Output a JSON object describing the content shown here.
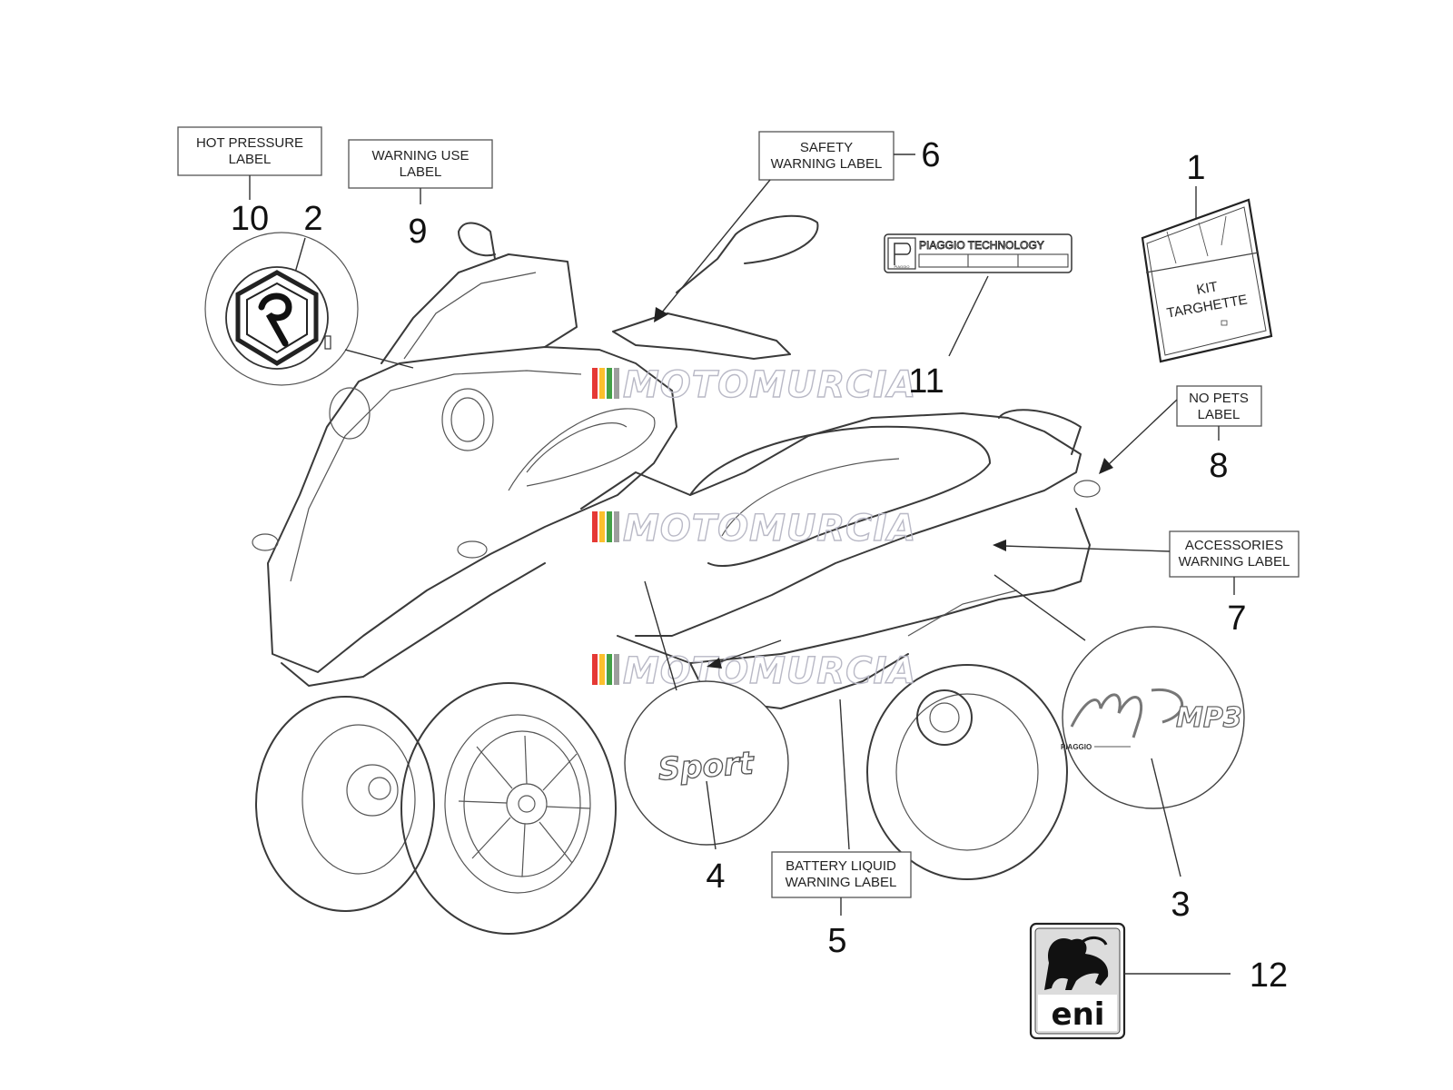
{
  "watermark": {
    "text": "MOTOMURCIA",
    "colors": [
      "#e53935",
      "#fbc02d",
      "#43a047",
      "#9e9e9e"
    ]
  },
  "labels": [
    {
      "id": "hot-pressure",
      "line1": "HOT PRESSURE",
      "line2": "LABEL"
    },
    {
      "id": "warning-use",
      "line1": "WARNING USE",
      "line2": "LABEL"
    },
    {
      "id": "safety-warning",
      "line1": "SAFETY",
      "line2": "WARNING LABEL"
    },
    {
      "id": "no-pets",
      "line1": "NO PETS",
      "line2": "LABEL"
    },
    {
      "id": "accessories-warning",
      "line1": "ACCESSORIES",
      "line2": "WARNING LABEL"
    },
    {
      "id": "battery-liquid",
      "line1": "BATTERY LIQUID",
      "line2": "WARNING LABEL"
    }
  ],
  "part_numbers": [
    "1",
    "2",
    "3",
    "4",
    "5",
    "6",
    "7",
    "8",
    "9",
    "10",
    "11",
    "12"
  ],
  "kit": {
    "line1": "KIT",
    "line2": "TARGHETTE"
  },
  "plate": {
    "text": "PIAGGIO TECHNOLOGY",
    "logo_text": "PIAGGIO"
  },
  "decals": {
    "sport": "Sport",
    "mp3_logo": "MP3",
    "mp3_brand": "PIAGGIO",
    "eni": "eni"
  },
  "icons": [
    "piaggio-emblem-icon",
    "kit-bag-icon",
    "eni-dog-logo-icon",
    "piaggio-p-logo-icon"
  ]
}
